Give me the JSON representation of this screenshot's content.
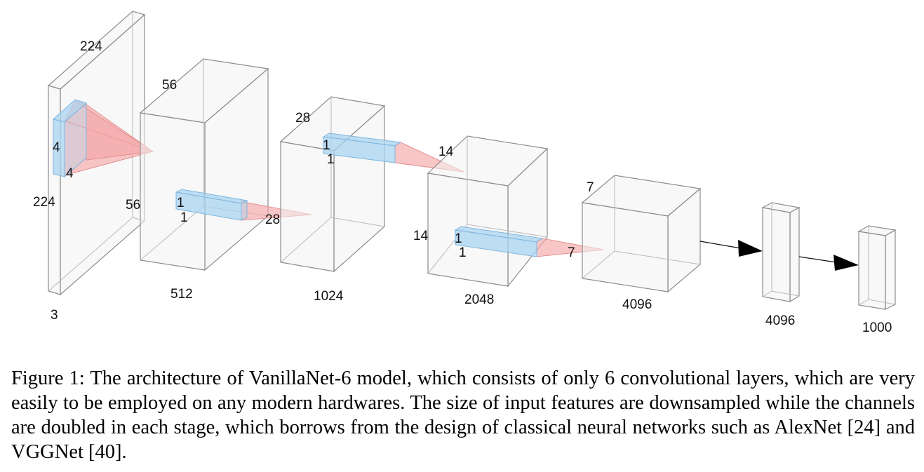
{
  "diagram": {
    "input": {
      "width": "224",
      "height": "224",
      "channels": "3"
    },
    "stem_kernel": {
      "height": "4",
      "width": "4"
    },
    "stages": [
      {
        "size_top": "56",
        "size_side": "56",
        "channels": "512",
        "kernel_h": "1",
        "kernel_w": "1",
        "next_size": "28"
      },
      {
        "size_top": "28",
        "channels": "1024",
        "kernel_h": "1",
        "kernel_w": "1",
        "next_size": "14"
      },
      {
        "size_side": "14",
        "channels": "2048",
        "kernel_h": "1",
        "kernel_w": "1",
        "next_size": "7"
      },
      {
        "size_top": "7",
        "channels": "4096"
      }
    ],
    "fc_layers": [
      {
        "units": "4096"
      },
      {
        "units": "1000"
      }
    ],
    "colors": {
      "kernel": "#a9d4f2",
      "receptive_field": "#f5a8a8",
      "box_edge": "#8d8d8d"
    }
  },
  "caption": {
    "text": "Figure 1: The architecture of VanillaNet-6 model, which consists of only 6 convolutional layers, which are very easily to be employed on any modern hardwares.  The size of input features are downsampled while the channels are doubled in each stage, which borrows from the design of classical neural networks such as AlexNet [24] and VGGNet [40]."
  }
}
